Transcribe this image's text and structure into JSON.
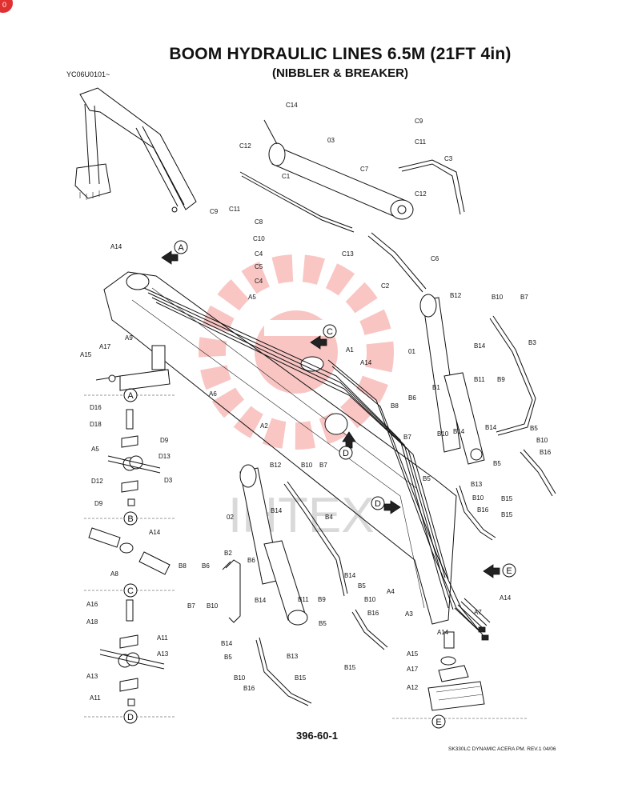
{
  "header": {
    "title": "BOOM HYDRAULIC LINES 6.5M (21FT 4in)",
    "subtitle": "(NIBBLER & BREAKER)",
    "serial": "YC06U0101~",
    "corner_badge": "0"
  },
  "footer": {
    "page_number": "396-60-1",
    "note": "SK330LC DYNAMIC ACERA PM. REV.1 04/06"
  },
  "watermark": {
    "text": "IHTEX",
    "color": "#e8342a"
  },
  "callouts": {
    "a": "A",
    "b": "B",
    "c": "C",
    "d": "D",
    "e": "E"
  },
  "labels": {
    "c14": "C14",
    "c9a": "C9",
    "c11a": "C11",
    "o3": "03",
    "c3": "C3",
    "c7": "C7",
    "c12a": "C12",
    "c12b": "C12",
    "c1": "C1",
    "c9b": "C9",
    "c11b": "C11",
    "c8": "C8",
    "c10": "C10",
    "c4a": "C4",
    "c5": "C5",
    "c4b": "C4",
    "c13": "C13",
    "c6": "C6",
    "c2": "C2",
    "a14a": "A14",
    "a5a": "A5",
    "a1": "A1",
    "a14b": "A14",
    "a2": "A2",
    "a6": "A6",
    "a15a": "A15",
    "a17a": "A17",
    "a9": "A9",
    "d16": "D16",
    "d18": "D18",
    "d9a": "D9",
    "a5b": "A5",
    "d13": "D13",
    "d12": "D12",
    "d3": "D3",
    "d9b": "D9",
    "a8": "A8",
    "a14c": "A14",
    "a16": "A16",
    "a18": "A18",
    "a11a": "A11",
    "a13a": "A13",
    "a13b": "A13",
    "a11b": "A11",
    "b12a": "B12",
    "b10a": "B10",
    "b7a": "B7",
    "b14a": "B14",
    "b3": "B3",
    "o1": "01",
    "b11a": "B11",
    "b9a": "B9",
    "b1": "B1",
    "b6a": "B6",
    "b8a": "B8",
    "b10b": "B10",
    "b14b": "B14",
    "b7b": "B7",
    "b14c": "B14",
    "b5a": "B5",
    "b10c": "B10",
    "b16a": "B16",
    "b5b": "B5",
    "b13a": "B13",
    "b5c": "B5",
    "b10d": "B10",
    "b16b": "B16",
    "b15a": "B15",
    "b15b": "B15",
    "b12b": "B12",
    "b10e": "B10",
    "b7c": "B7",
    "b14d": "B14",
    "o2": "02",
    "b4": "B4",
    "b8b": "B8",
    "b6b": "B6",
    "b2": "B2",
    "b6c": "B6",
    "b14e": "B14",
    "b11b": "B11",
    "b9b": "B9",
    "b5d": "B5",
    "b10f": "B10",
    "b16c": "B16",
    "b7d": "B7",
    "b10g": "B10",
    "b14f": "B14",
    "b5e": "B5",
    "b14g": "B14",
    "b5f": "B5",
    "b10h": "B10",
    "b16d": "B16",
    "b13b": "B13",
    "b15c": "B15",
    "b15d": "B15",
    "a4": "A4",
    "a3": "A3",
    "a14d": "A14",
    "a7": "A7",
    "a14e": "A14",
    "a15b": "A15",
    "a17b": "A17",
    "a12": "A12"
  }
}
